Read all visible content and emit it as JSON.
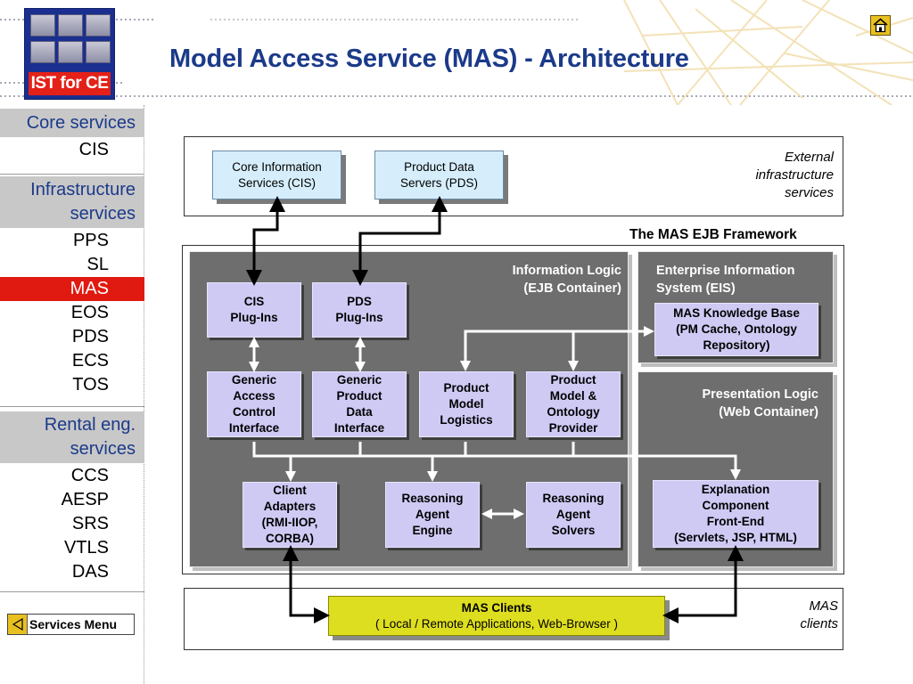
{
  "header": {
    "logo_text": "IST for CE",
    "title": "Model Access Service (MAS) - Architecture"
  },
  "sidebar": {
    "core_services": {
      "heading": "Core services",
      "items": [
        {
          "label": "CIS",
          "active": false
        }
      ]
    },
    "infrastructure_services": {
      "heading": "Infrastructure\nservices",
      "items": [
        {
          "label": "PPS",
          "active": false
        },
        {
          "label": "SL",
          "active": false
        },
        {
          "label": "MAS",
          "active": true
        },
        {
          "label": "EOS",
          "active": false
        },
        {
          "label": "PDS",
          "active": false
        },
        {
          "label": "ECS",
          "active": false
        },
        {
          "label": "TOS",
          "active": false
        }
      ]
    },
    "rental_eng_services": {
      "heading": "Rental eng.\nservices",
      "items": [
        {
          "label": "CCS",
          "active": false
        },
        {
          "label": "AESP",
          "active": false
        },
        {
          "label": "SRS",
          "active": false
        },
        {
          "label": "VTLS",
          "active": false
        },
        {
          "label": "DAS",
          "active": false
        }
      ]
    },
    "services_menu_label": "Services Menu"
  },
  "diagram": {
    "external_label": "External\ninfrastructure\nservices",
    "cis_box": "Core Information\nServices (CIS)",
    "pds_box": "Product Data\nServers (PDS)",
    "framework_label": "The MAS EJB Framework",
    "info_logic_label": "Information  Logic\n(EJB Container)",
    "eis_label": "Enterprise Information\nSystem (EIS)",
    "presentation_label": "Presentation Logic\n(Web Container)",
    "cis_plugins": "CIS\nPlug-Ins",
    "pds_plugins": "PDS\nPlug-Ins",
    "generic_access": "Generic\nAccess\nControl\nInterface",
    "generic_product": "Generic\nProduct\nData\nInterface",
    "pm_logistics": "Product\nModel\nLogistics",
    "pm_ontology": "Product\nModel &\nOntology\nProvider",
    "knowledge_base": "MAS Knowledge Base\n(PM Cache, Ontology\nRepository)",
    "client_adapters": "Client\nAdapters\n(RMI-IIOP,\nCORBA)",
    "reasoning_engine": "Reasoning\nAgent\nEngine",
    "reasoning_solvers": "Reasoning\nAgent\nSolvers",
    "explanation": "Explanation\nComponent\nFront-End\n(Servlets, JSP, HTML)",
    "clients_title": "MAS Clients",
    "clients_sub": "( Local / Remote Applications, Web-Browser )",
    "clients_label": "MAS\nclients"
  },
  "icons": {
    "home": "home-icon",
    "menu_arrow": "triangle-left-icon"
  },
  "colors": {
    "title_blue": "#1b3a8a",
    "active_red": "#e01a10",
    "panel_gray": "#6e6e6e",
    "component_lavender": "#cfcaf4",
    "external_blue": "#d6eefb",
    "clients_yellow": "#dede20"
  }
}
